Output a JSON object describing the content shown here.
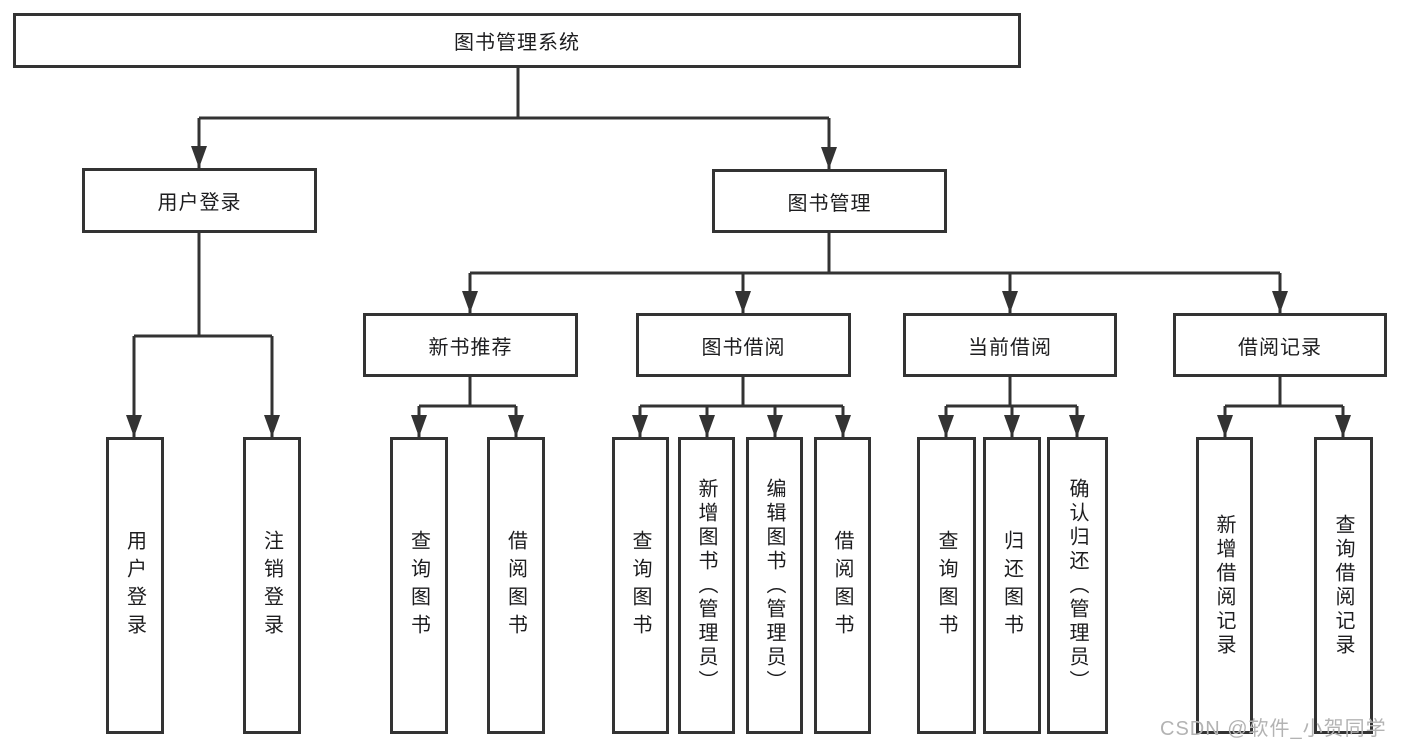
{
  "diagram": {
    "root": "图书管理系统",
    "level2": {
      "user_login": "用户登录",
      "book_mgmt": "图书管理"
    },
    "level3": [
      "新书推荐",
      "图书借阅",
      "当前借阅",
      "借阅记录"
    ],
    "leaves": {
      "user": [
        "用户登录",
        "注销登录"
      ],
      "newbook": [
        "查询图书",
        "借阅图书"
      ],
      "borrow": [
        "查询图书",
        "新增图书（管理员）",
        "编辑图书（管理员）",
        "借阅图书"
      ],
      "current": [
        "查询图书",
        "归还图书",
        "确认归还（管理员）"
      ],
      "record": [
        "新增借阅记录",
        "查询借阅记录"
      ]
    }
  },
  "watermark": "CSDN @软件_小贺同学",
  "colors": {
    "line": "#333333",
    "box_border": "#333333",
    "box_fill": "#ffffff",
    "text": "#1d1d1f",
    "watermark": "#b3b3b3",
    "background": "#ffffff"
  }
}
